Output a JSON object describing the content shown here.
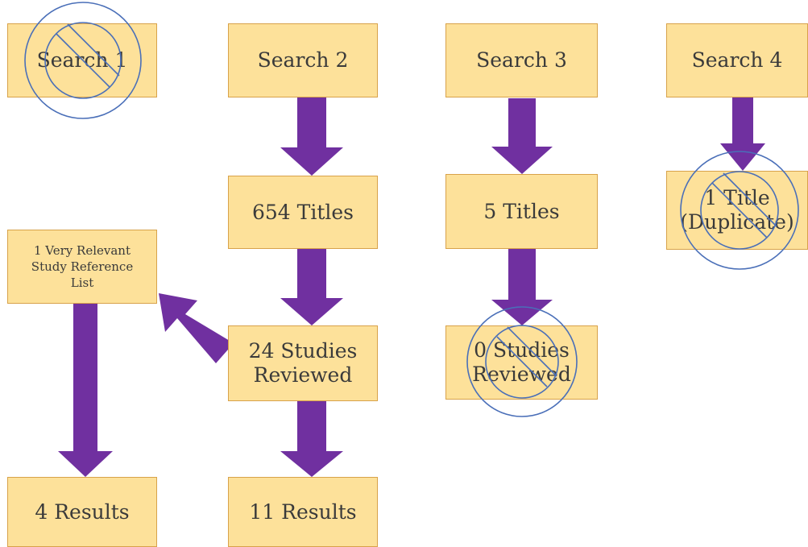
{
  "colors": {
    "box_fill": "#fde19a",
    "box_border": "#d8a24a",
    "arrow": "#7030a0",
    "prohibit": "#4a6fb8"
  },
  "nodes": {
    "search1": "Search 1",
    "search2": "Search 2",
    "search3": "Search 3",
    "search4": "Search 4",
    "titles654": "654 Titles",
    "titles5": "5 Titles",
    "title1_line1": "1 Title",
    "title1_line2": "(Duplicate)",
    "relevant_line1": "1 Very Relevant",
    "relevant_line2": "Study Reference",
    "relevant_line3": "List",
    "studies24_line1": "24 Studies",
    "studies24_line2": "Reviewed",
    "studies0_line1": "0 Studies",
    "studies0_line2": "Reviewed",
    "results4": "4 Results",
    "results11": "11 Results"
  },
  "excluded_marks": [
    "search1",
    "title1",
    "studies0"
  ]
}
